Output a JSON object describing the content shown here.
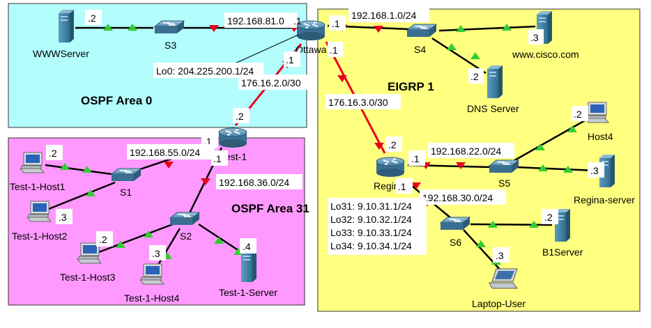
{
  "areas": {
    "ospf0": {
      "label": "OSPF Area 0",
      "color": "#b3fdfd"
    },
    "ospf31": {
      "label": "OSPF Area 31",
      "color": "#ff99ff"
    },
    "eigrp": {
      "label": "EIGRP 1",
      "color": "#ffff80"
    }
  },
  "link_colors": {
    "ethernet": "#000000",
    "serial": "#e8001c",
    "up_arrow": "#33cc33",
    "down_arrow": "#e8001c"
  },
  "devices": {
    "wwwserver": "WWWServer",
    "s3": "S3",
    "ottawa": "Ottawa",
    "s4": "S4",
    "cisco": "www.cisco.com",
    "dns": "DNS Server",
    "test1": "Test-1",
    "s1": "S1",
    "host1": "Test-1-Host1",
    "host2": "Test-1-Host2",
    "host3": "Test-1-Host3",
    "host4t": "Test-1-Host4",
    "s2": "S2",
    "t1server": "Test-1-Server",
    "regina": "Regina",
    "s5": "S5",
    "host4": "Host4",
    "reginaserver": "Regina-server",
    "s6": "S6",
    "b1server": "B1Server",
    "laptop": "Laptop-User"
  },
  "labels": {
    "www_ip": ".2",
    "net_81": "192.168.81.0",
    "ott_81": ".1",
    "net_1": "192.168.1.0/24",
    "ott_1": ".1",
    "cisco_ip": ".3",
    "dns_ip": ".2",
    "ott_to_test1": ".1",
    "ott_to_regina": ".1",
    "lo0": "Lo0: 204.225.200.1/24",
    "net_176_2": "176.16.2.0/30",
    "net_176_3": "176.16.3.0/30",
    "test1_serial": ".2",
    "test1_55": ".1",
    "test1_36": ".1",
    "net_55": "192.168.55.0/24",
    "net_36": "192.168.36.0/24",
    "host1_ip": ".2",
    "host2_ip": ".3",
    "host3_ip": ".2",
    "host4t_ip": ".3",
    "t1server_ip": ".4",
    "regina_serial": ".2",
    "regina_22": ".1",
    "regina_30": ".1",
    "net_22": "192.168.22.0/24",
    "net_30": "192.168.30.0/24",
    "host4_ip": ".2",
    "reginaserver_ip": ".3",
    "b1server_ip": ".2",
    "laptop_ip": ".3",
    "lo31": "Lo31: 9.10.31.1/24",
    "lo32": "Lo32: 9.10.32.1/24",
    "lo33": "Lo33: 9.10.33.1/24",
    "lo34": "Lo34: 9.10.34.1/24"
  }
}
